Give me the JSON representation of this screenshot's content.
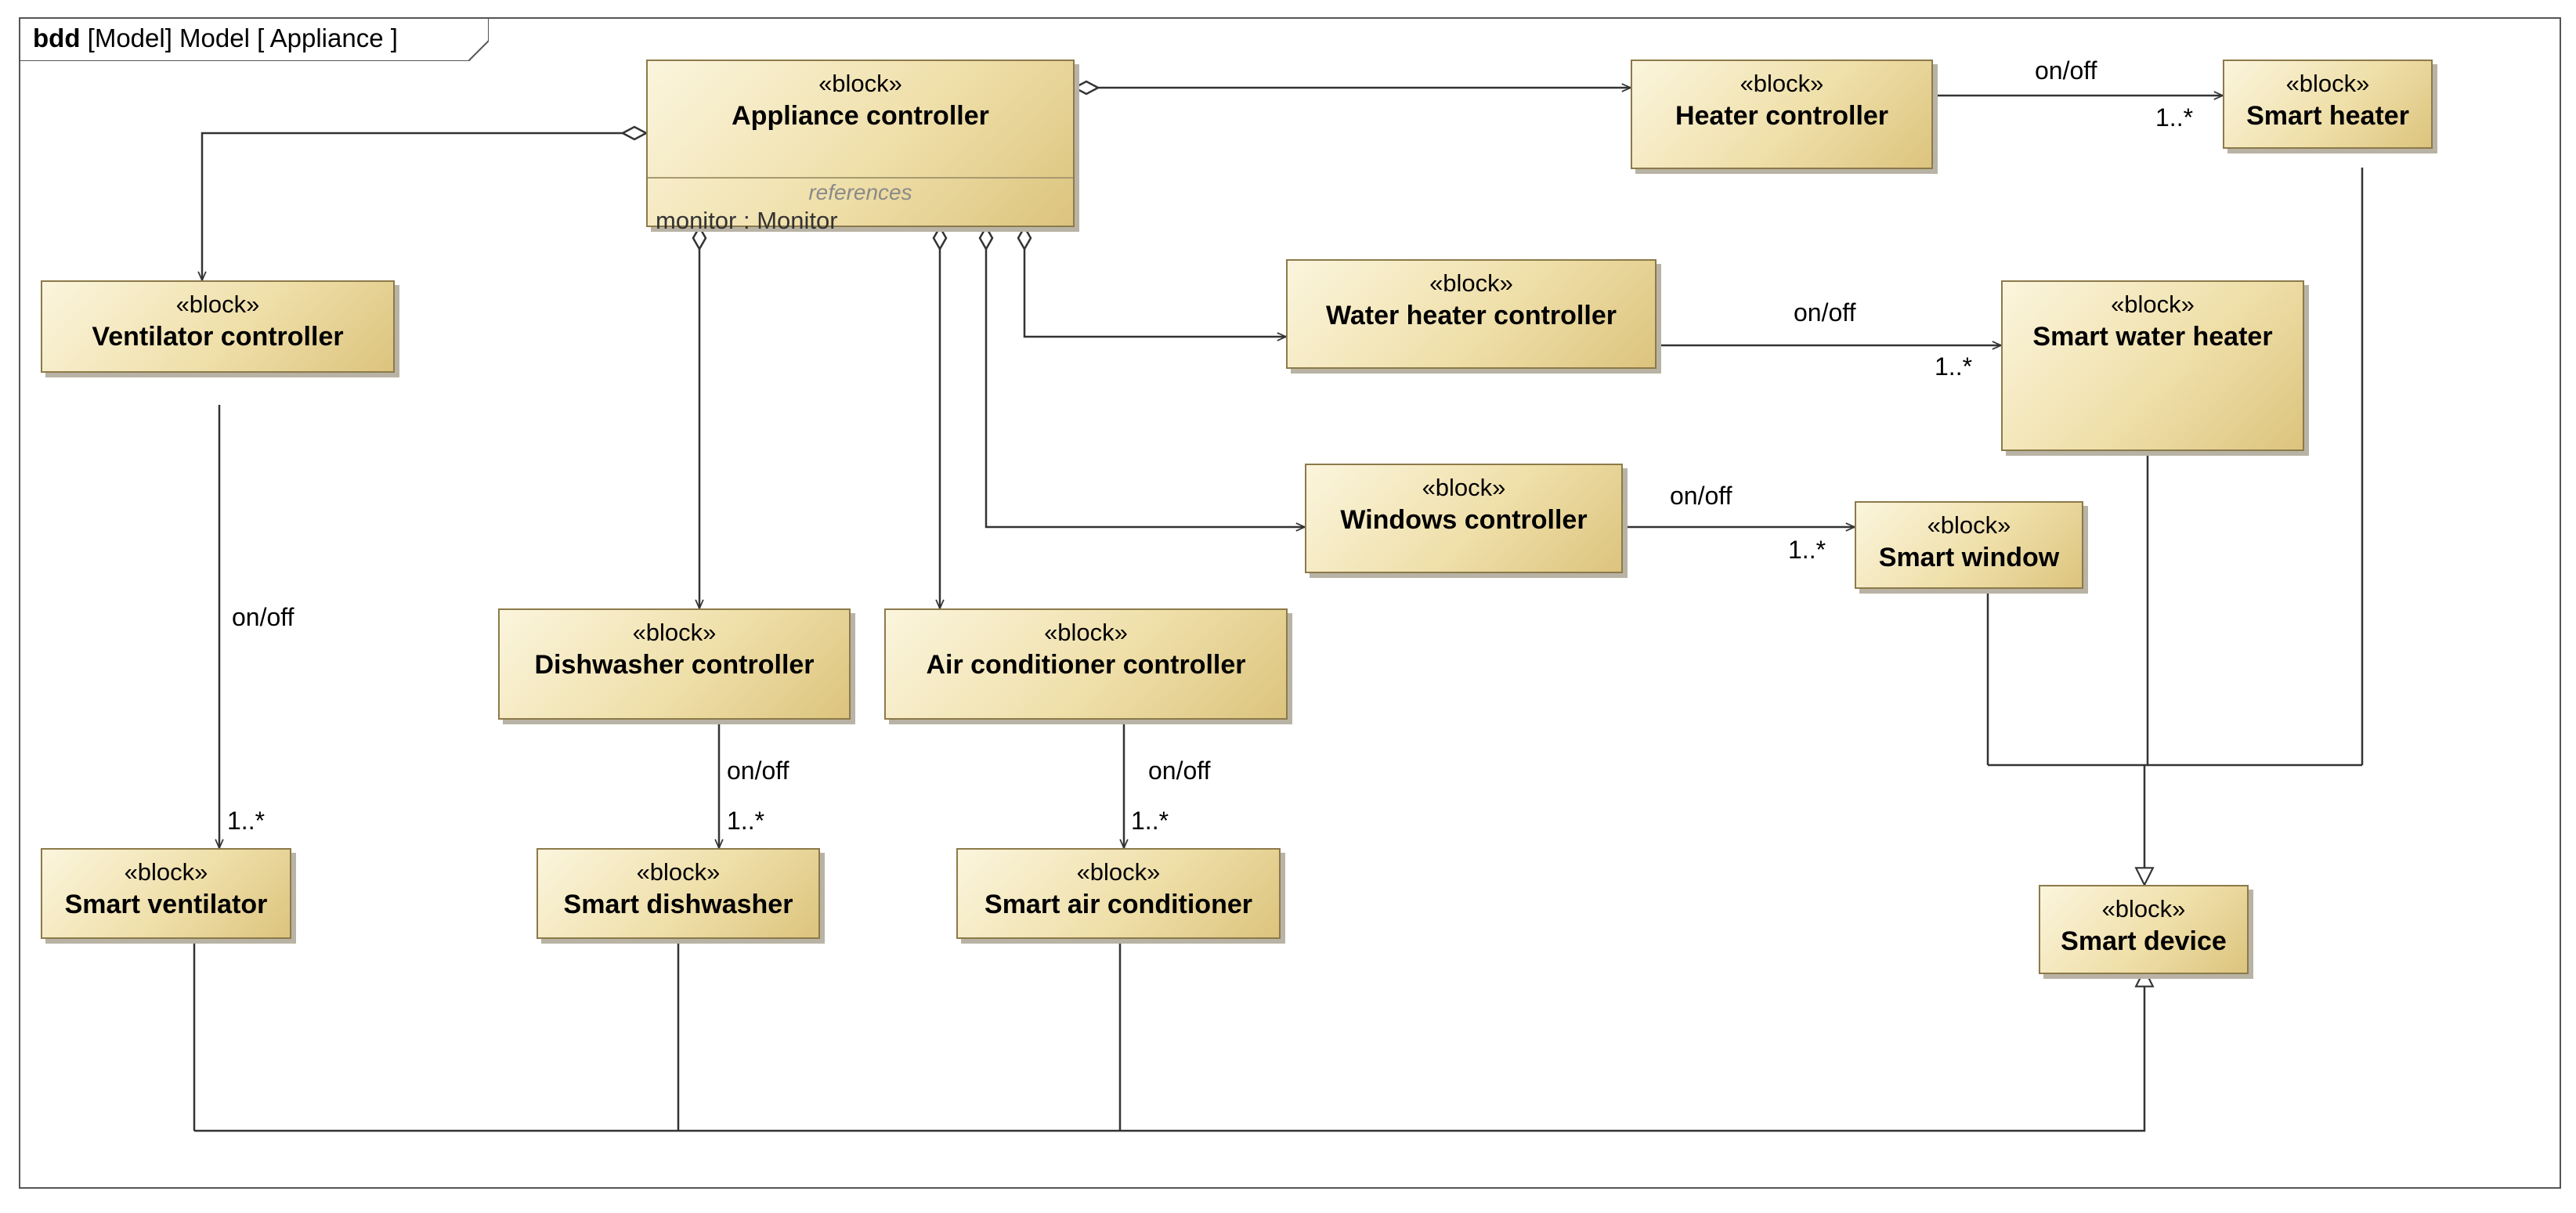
{
  "frame": {
    "kind": "bdd",
    "path": "[Model] Model [ Appliance ]"
  },
  "blocks": {
    "appliance_controller": {
      "stereotype": "«block»",
      "name": "Appliance controller",
      "compartment_title": "references",
      "compartment_item": "monitor : Monitor"
    },
    "heater_controller": {
      "stereotype": "«block»",
      "name": "Heater controller"
    },
    "smart_heater": {
      "stereotype": "«block»",
      "name": "Smart heater"
    },
    "ventilator_controller": {
      "stereotype": "«block»",
      "name": "Ventilator controller"
    },
    "water_heater_controller": {
      "stereotype": "«block»",
      "name": "Water heater controller"
    },
    "smart_water_heater": {
      "stereotype": "«block»",
      "name": "Smart water heater"
    },
    "windows_controller": {
      "stereotype": "«block»",
      "name": "Windows controller"
    },
    "smart_window": {
      "stereotype": "«block»",
      "name": "Smart window"
    },
    "dishwasher_controller": {
      "stereotype": "«block»",
      "name": "Dishwasher controller"
    },
    "air_conditioner_controller": {
      "stereotype": "«block»",
      "name": "Air conditioner controller"
    },
    "smart_ventilator": {
      "stereotype": "«block»",
      "name": "Smart ventilator"
    },
    "smart_dishwasher": {
      "stereotype": "«block»",
      "name": "Smart dishwasher"
    },
    "smart_air_conditioner": {
      "stereotype": "«block»",
      "name": "Smart air conditioner"
    },
    "smart_device": {
      "stereotype": "«block»",
      "name": "Smart device"
    }
  },
  "labels": {
    "heater_onoff": "on/off",
    "heater_mult": "1..*",
    "water_heater_onoff": "on/off",
    "water_heater_mult": "1..*",
    "windows_onoff": "on/off",
    "windows_mult": "1..*",
    "ventilator_onoff": "on/off",
    "ventilator_mult": "1..*",
    "dishwasher_onoff": "on/off",
    "dishwasher_mult": "1..*",
    "air_conditioner_onoff": "on/off",
    "air_conditioner_mult": "1..*"
  },
  "colors": {
    "block_fill_light": "#fbf5dd",
    "block_fill_dark": "#dcc47e",
    "block_border": "#8c7a4a",
    "line": "#333333"
  }
}
